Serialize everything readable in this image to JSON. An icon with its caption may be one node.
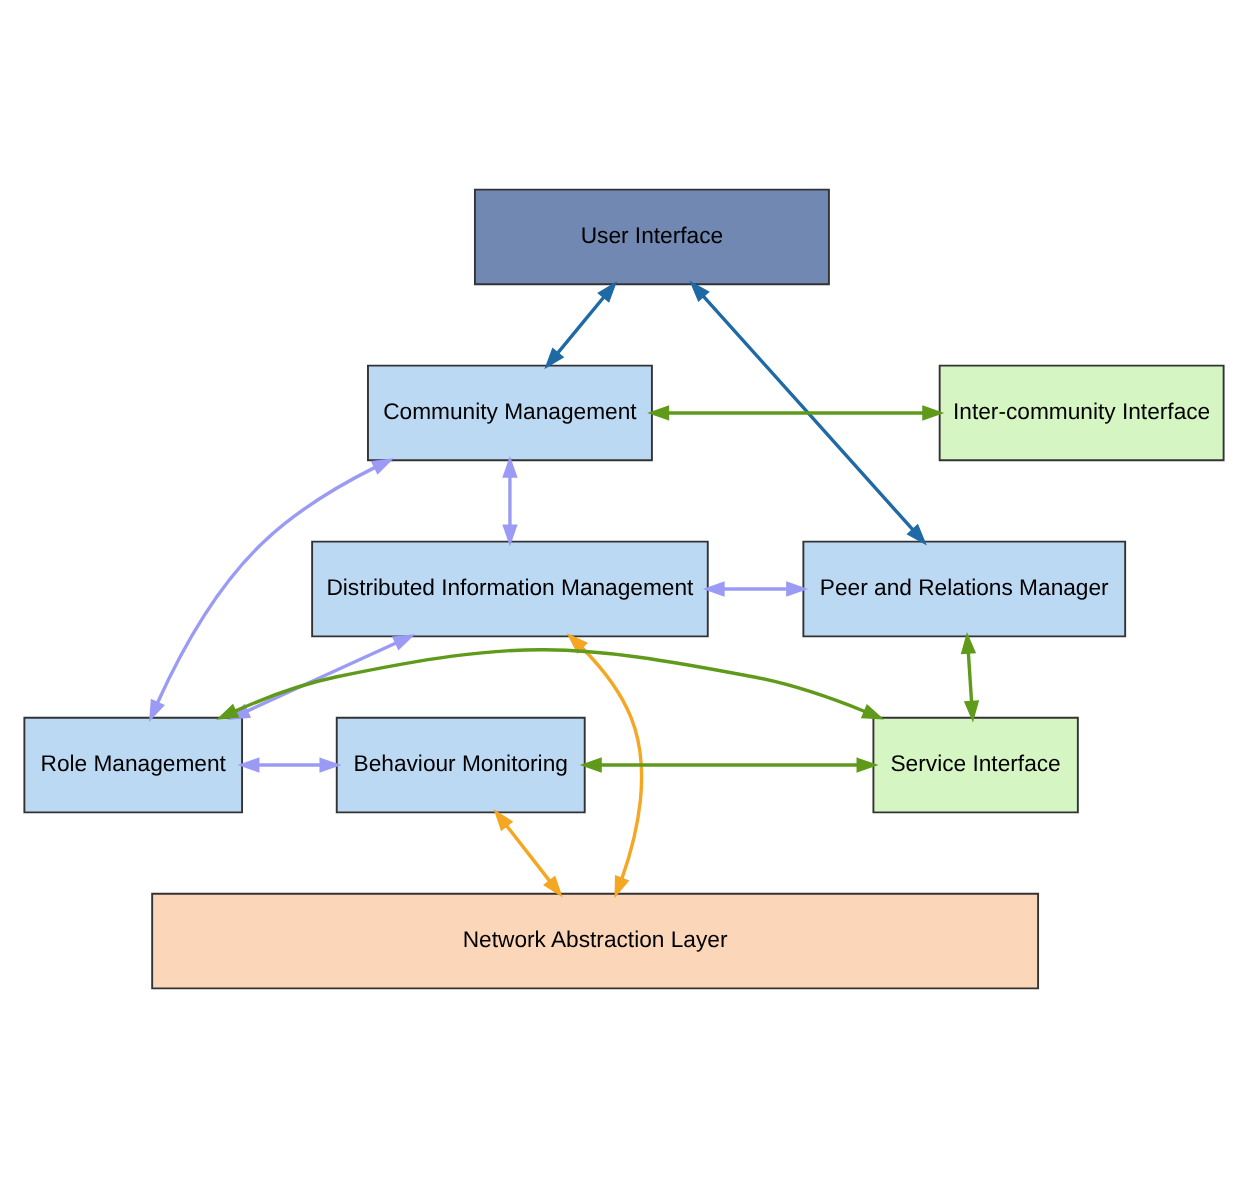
{
  "diagram": {
    "nodes": [
      {
        "text": [
          "User Interface"
        ]
      },
      {
        "text": [
          "Community Management"
        ]
      },
      {
        "text": [
          "Inter-community Interface"
        ]
      },
      {
        "text": [
          "Distributed Information Management"
        ]
      },
      {
        "text": [
          "Peer and Relations Manager"
        ]
      },
      {
        "text": [
          "Role Management"
        ]
      },
      {
        "text": [
          "Behaviour Monitoring"
        ]
      },
      {
        "text": [
          "Service Interface"
        ]
      },
      {
        "text": [
          "Network Abstraction Layer"
        ]
      }
    ],
    "edges": [
      {
        "from": 0,
        "to": 1,
        "arrow": "both",
        "color": "#1f6aa5"
      },
      {
        "from": 0,
        "to": 4,
        "arrow": "both",
        "color": "#1f6aa5"
      },
      {
        "from": 1,
        "to": 2,
        "arrow": "both",
        "color": "#5f9a1a"
      },
      {
        "from": 1,
        "to": 3,
        "arrow": "both"
      },
      {
        "from": 1,
        "to": 5,
        "arrow": "both"
      },
      {
        "from": 3,
        "to": 4,
        "arrow": "both"
      },
      {
        "from": 4,
        "to": 7,
        "arrow": "both",
        "color": "#5f9a1a"
      },
      {
        "from": 3,
        "to": 5,
        "arrow": "both"
      },
      {
        "from": 3,
        "to": 8,
        "arrow": "both",
        "color": "#f5a623"
      },
      {
        "from": 5,
        "to": 7,
        "arrow": "both",
        "color": "#5f9a1a"
      },
      {
        "from": 5,
        "to": 6,
        "arrow": "both"
      },
      {
        "from": 6,
        "to": 7,
        "arrow": "both",
        "color": "#5f9a1a"
      },
      {
        "from": 6,
        "to": 8,
        "arrow": "both",
        "color": "#f5a623"
      }
    ]
  }
}
